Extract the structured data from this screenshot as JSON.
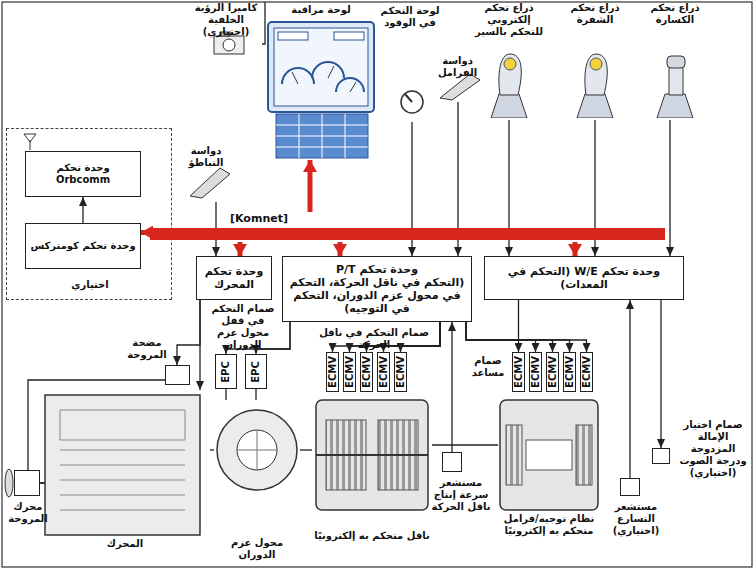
{
  "diagram": {
    "nodes": [
      {
        "text": [
          "كاميرا الرؤية الخلفية (اختياري)"
        ]
      },
      {
        "text": [
          "لوحة مراقبة"
        ]
      },
      {
        "text": [
          "لوحة التحكم في الوقود"
        ]
      },
      {
        "text": [
          "دواسة الفرامل"
        ]
      },
      {
        "text": [
          "ذراع تحكم إلكتروني للتحكم بالسير"
        ]
      },
      {
        "text": [
          "ذراع تحكم الشفرة"
        ]
      },
      {
        "text": [
          "ذراع تحكم الكسارة"
        ]
      },
      {
        "text": [
          "اختياري"
        ]
      },
      {
        "text": [
          "وحدة تحكم Orbcomm"
        ],
        "in": 7
      },
      {
        "text": [
          "وحدة تحكم كومتركس"
        ],
        "in": 7
      },
      {
        "text": [
          "دواسة التباطؤ"
        ]
      },
      {
        "text": [
          "[Komnet]"
        ]
      },
      {
        "text": [
          "وحدة تحكم المحرك"
        ]
      },
      {
        "text": [
          "وحدة تحكم P/T",
          "(التحكم في ناقل الحركة، التحكم في محول عزم الدوران، التحكم في التوجيه)"
        ]
      },
      {
        "text": [
          "وحدة تحكم W/E (التحكم في المعدات)"
        ]
      },
      {
        "text": [
          "مضخة المروحة"
        ]
      },
      {
        "text": [
          "محرك المروحة"
        ]
      },
      {
        "text": [
          "المحرك"
        ]
      },
      {
        "text": [
          "EPC"
        ]
      },
      {
        "text": [
          "EPC"
        ]
      },
      {
        "text": [
          "محول عزم الدوران"
        ]
      },
      {
        "text": [
          "ECMV"
        ]
      },
      {
        "text": [
          "ECMV"
        ]
      },
      {
        "text": [
          "ECMV"
        ]
      },
      {
        "text": [
          "ECMV"
        ]
      },
      {
        "text": [
          "ECMV"
        ]
      },
      {
        "text": [
          "ناقل متحكم به إلكترونيًا"
        ]
      },
      {
        "text": [
          "مستشعر سرعة إنتاج ناقل الحركة"
        ]
      },
      {
        "text": [
          "صمام مساعد",
          "ECMV"
        ]
      },
      {
        "text": [
          "ECMV"
        ]
      },
      {
        "text": [
          "ECMV"
        ]
      },
      {
        "text": [
          "ECMV"
        ]
      },
      {
        "text": [
          "ECMV"
        ]
      },
      {
        "text": [
          "نظام توجيه/فرامل متحكم به إلكترونيًا"
        ]
      },
      {
        "text": [
          "صمام اختيار الإمالة المزدوجة ودرجة الصوت (اختياري)"
        ]
      },
      {
        "text": [
          "مستشعر التسارع (اختياري)"
        ]
      }
    ],
    "edges": [
      {
        "from": 0,
        "to": 1,
        "arrow": "none"
      },
      {
        "from": 9,
        "to": 8,
        "arrow": "to"
      },
      {
        "from": 11,
        "to": 1,
        "arrow": "to"
      },
      {
        "from": 11,
        "to": 9,
        "arrow": "to"
      },
      {
        "from": 11,
        "to": 12,
        "arrow": "to"
      },
      {
        "from": 11,
        "to": 13,
        "arrow": "to"
      },
      {
        "from": 11,
        "to": 14,
        "arrow": "to"
      },
      {
        "from": 2,
        "to": 13,
        "arrow": "to"
      },
      {
        "from": 3,
        "to": 13,
        "arrow": "to"
      },
      {
        "from": 4,
        "to": 14,
        "arrow": "to"
      },
      {
        "from": 5,
        "to": 14,
        "arrow": "to"
      },
      {
        "from": 6,
        "to": 14,
        "arrow": "to"
      },
      {
        "from": 10,
        "to": 12,
        "arrow": "to"
      },
      {
        "from": 12,
        "to": 17,
        "arrow": "to"
      },
      {
        "from": 12,
        "to": 15,
        "arrow": "to"
      },
      {
        "from": 15,
        "to": 16,
        "arrow": "none"
      },
      {
        "from": 13,
        "to": 18,
        "arrow": "to"
      },
      {
        "from": 13,
        "to": 19,
        "arrow": "to"
      },
      {
        "from": 13,
        "to": 21,
        "arrow": "to"
      },
      {
        "from": 13,
        "to": 22,
        "arrow": "to"
      },
      {
        "from": 13,
        "to": 23,
        "arrow": "to"
      },
      {
        "from": 13,
        "to": 24,
        "arrow": "to"
      },
      {
        "from": 13,
        "to": 25,
        "arrow": "to"
      },
      {
        "from": 13,
        "to": 29,
        "arrow": "to"
      },
      {
        "from": 13,
        "to": 30,
        "arrow": "to"
      },
      {
        "from": 13,
        "to": 31,
        "arrow": "to"
      },
      {
        "from": 13,
        "to": 32,
        "arrow": "to"
      },
      {
        "from": 14,
        "to": 28,
        "arrow": "to"
      },
      {
        "from": 27,
        "to": 13,
        "arrow": "to"
      },
      {
        "from": 14,
        "to": 34,
        "arrow": "to"
      },
      {
        "from": 35,
        "to": 14,
        "arrow": "to"
      },
      {
        "from": 17,
        "to": 20,
        "arrow": "none"
      },
      {
        "from": 20,
        "to": 26,
        "arrow": "none"
      },
      {
        "from": 26,
        "to": 33,
        "arrow": "none"
      },
      {
        "from": 18,
        "to": 20,
        "arrow": "none"
      },
      {
        "from": 19,
        "to": 20,
        "arrow": "none"
      }
    ],
    "labels": [
      "صمام التحكم في قفل محول عزم الدوران",
      "صمام التحكم في ناقل الحركة"
    ]
  }
}
